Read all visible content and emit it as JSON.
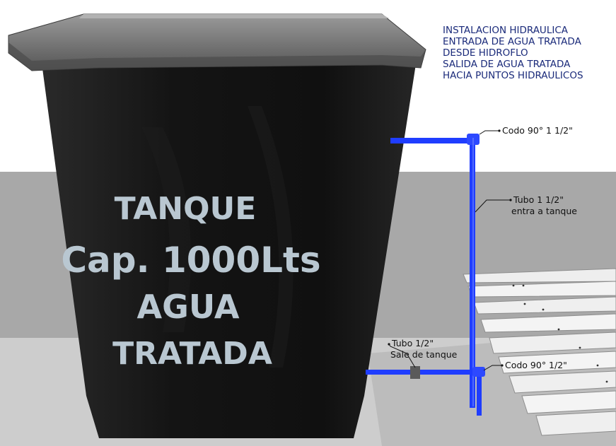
{
  "colors": {
    "sky": "#ffffff",
    "wall": "#a9a9a9",
    "ground": "#c8c8c8",
    "tank": "#151515",
    "tank_rim": "#7d7d7d",
    "pipe": "#1f3dff",
    "tank_text": "#b9c7d1",
    "notes_text": "#1a2a7a"
  },
  "tank_label": {
    "line1": "TANQUE",
    "line2": "Cap. 1000Lts",
    "line3": "AGUA",
    "line4": "TRATADA"
  },
  "notes": [
    "INSTALACION HIDRAULICA",
    "ENTRADA DE AGUA TRATADA",
    "DESDE HIDROFLO",
    "SALIDA DE AGUA TRATADA",
    "HACIA PUNTOS HIDRAULICOS"
  ],
  "callouts": {
    "codo_top": "Codo 90° 1 1/2\"",
    "tubo_inlet_line1": "Tubo 1 1/2\"",
    "tubo_inlet_line2": "entra a tanque",
    "tubo_outlet_line1": "Tubo 1/2\"",
    "tubo_outlet_line2": "Sale de tanque",
    "codo_bottom": "Codo 90° 1/2\""
  }
}
